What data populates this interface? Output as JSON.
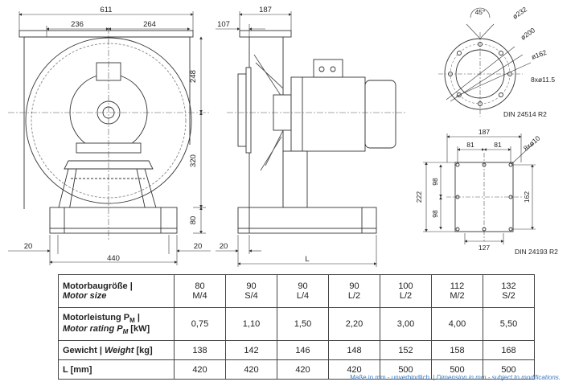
{
  "views": {
    "front": {
      "dim_width": "611",
      "dim_left": "236",
      "dim_right": "264",
      "dim_upper": "248",
      "dim_middle": "320",
      "dim_foot": "80",
      "dim_base": "440",
      "dim_edge_left": "20",
      "dim_edge_right": "20"
    },
    "side": {
      "dim_top": "187",
      "dim_offset": "107",
      "dim_edge": "20",
      "dim_length": "L"
    },
    "flange_round": {
      "angle": "45°",
      "d1": "ø232",
      "d2": "ø200",
      "d3": "ø162",
      "holes": "8xø11.5",
      "standard": "DIN 24514 R2"
    },
    "flange_square": {
      "width": "187",
      "half_a": "81",
      "half_b": "81",
      "holes": "8xø10",
      "height": "222",
      "left_upper": "98",
      "left_lower": "98",
      "right": "162",
      "bottom": "127",
      "standard": "DIN 24193 R2"
    }
  },
  "table": {
    "motor_size_label": "Motorbaugröße |",
    "motor_size_label_en": "Motor size",
    "motor_sizes": [
      {
        "frame": "80",
        "poles": "M/4"
      },
      {
        "frame": "90",
        "poles": "S/4"
      },
      {
        "frame": "90",
        "poles": "L/4"
      },
      {
        "frame": "90",
        "poles": "L/2"
      },
      {
        "frame": "100",
        "poles": "L/2"
      },
      {
        "frame": "112",
        "poles": "M/2"
      },
      {
        "frame": "132",
        "poles": "S/2"
      }
    ],
    "rating_label_de": "Motorleistung P",
    "rating_label_en": "Motor rating P",
    "rating_sub": "M",
    "rating_unit": "[kW]",
    "rating": [
      "0,75",
      "1,10",
      "1,50",
      "2,20",
      "3,00",
      "4,00",
      "5,50"
    ],
    "weight_label_de": "Gewicht |",
    "weight_label_en": "Weight",
    "weight_unit": "[kg]",
    "weight": [
      "138",
      "142",
      "146",
      "148",
      "152",
      "158",
      "168"
    ],
    "length_label": "L [mm]",
    "length": [
      "420",
      "420",
      "420",
      "420",
      "500",
      "500",
      "500"
    ]
  },
  "footnote": {
    "de": "Maße in mm - unverbindlich. |",
    "en": "Dimension in mm - subject to modifications."
  }
}
